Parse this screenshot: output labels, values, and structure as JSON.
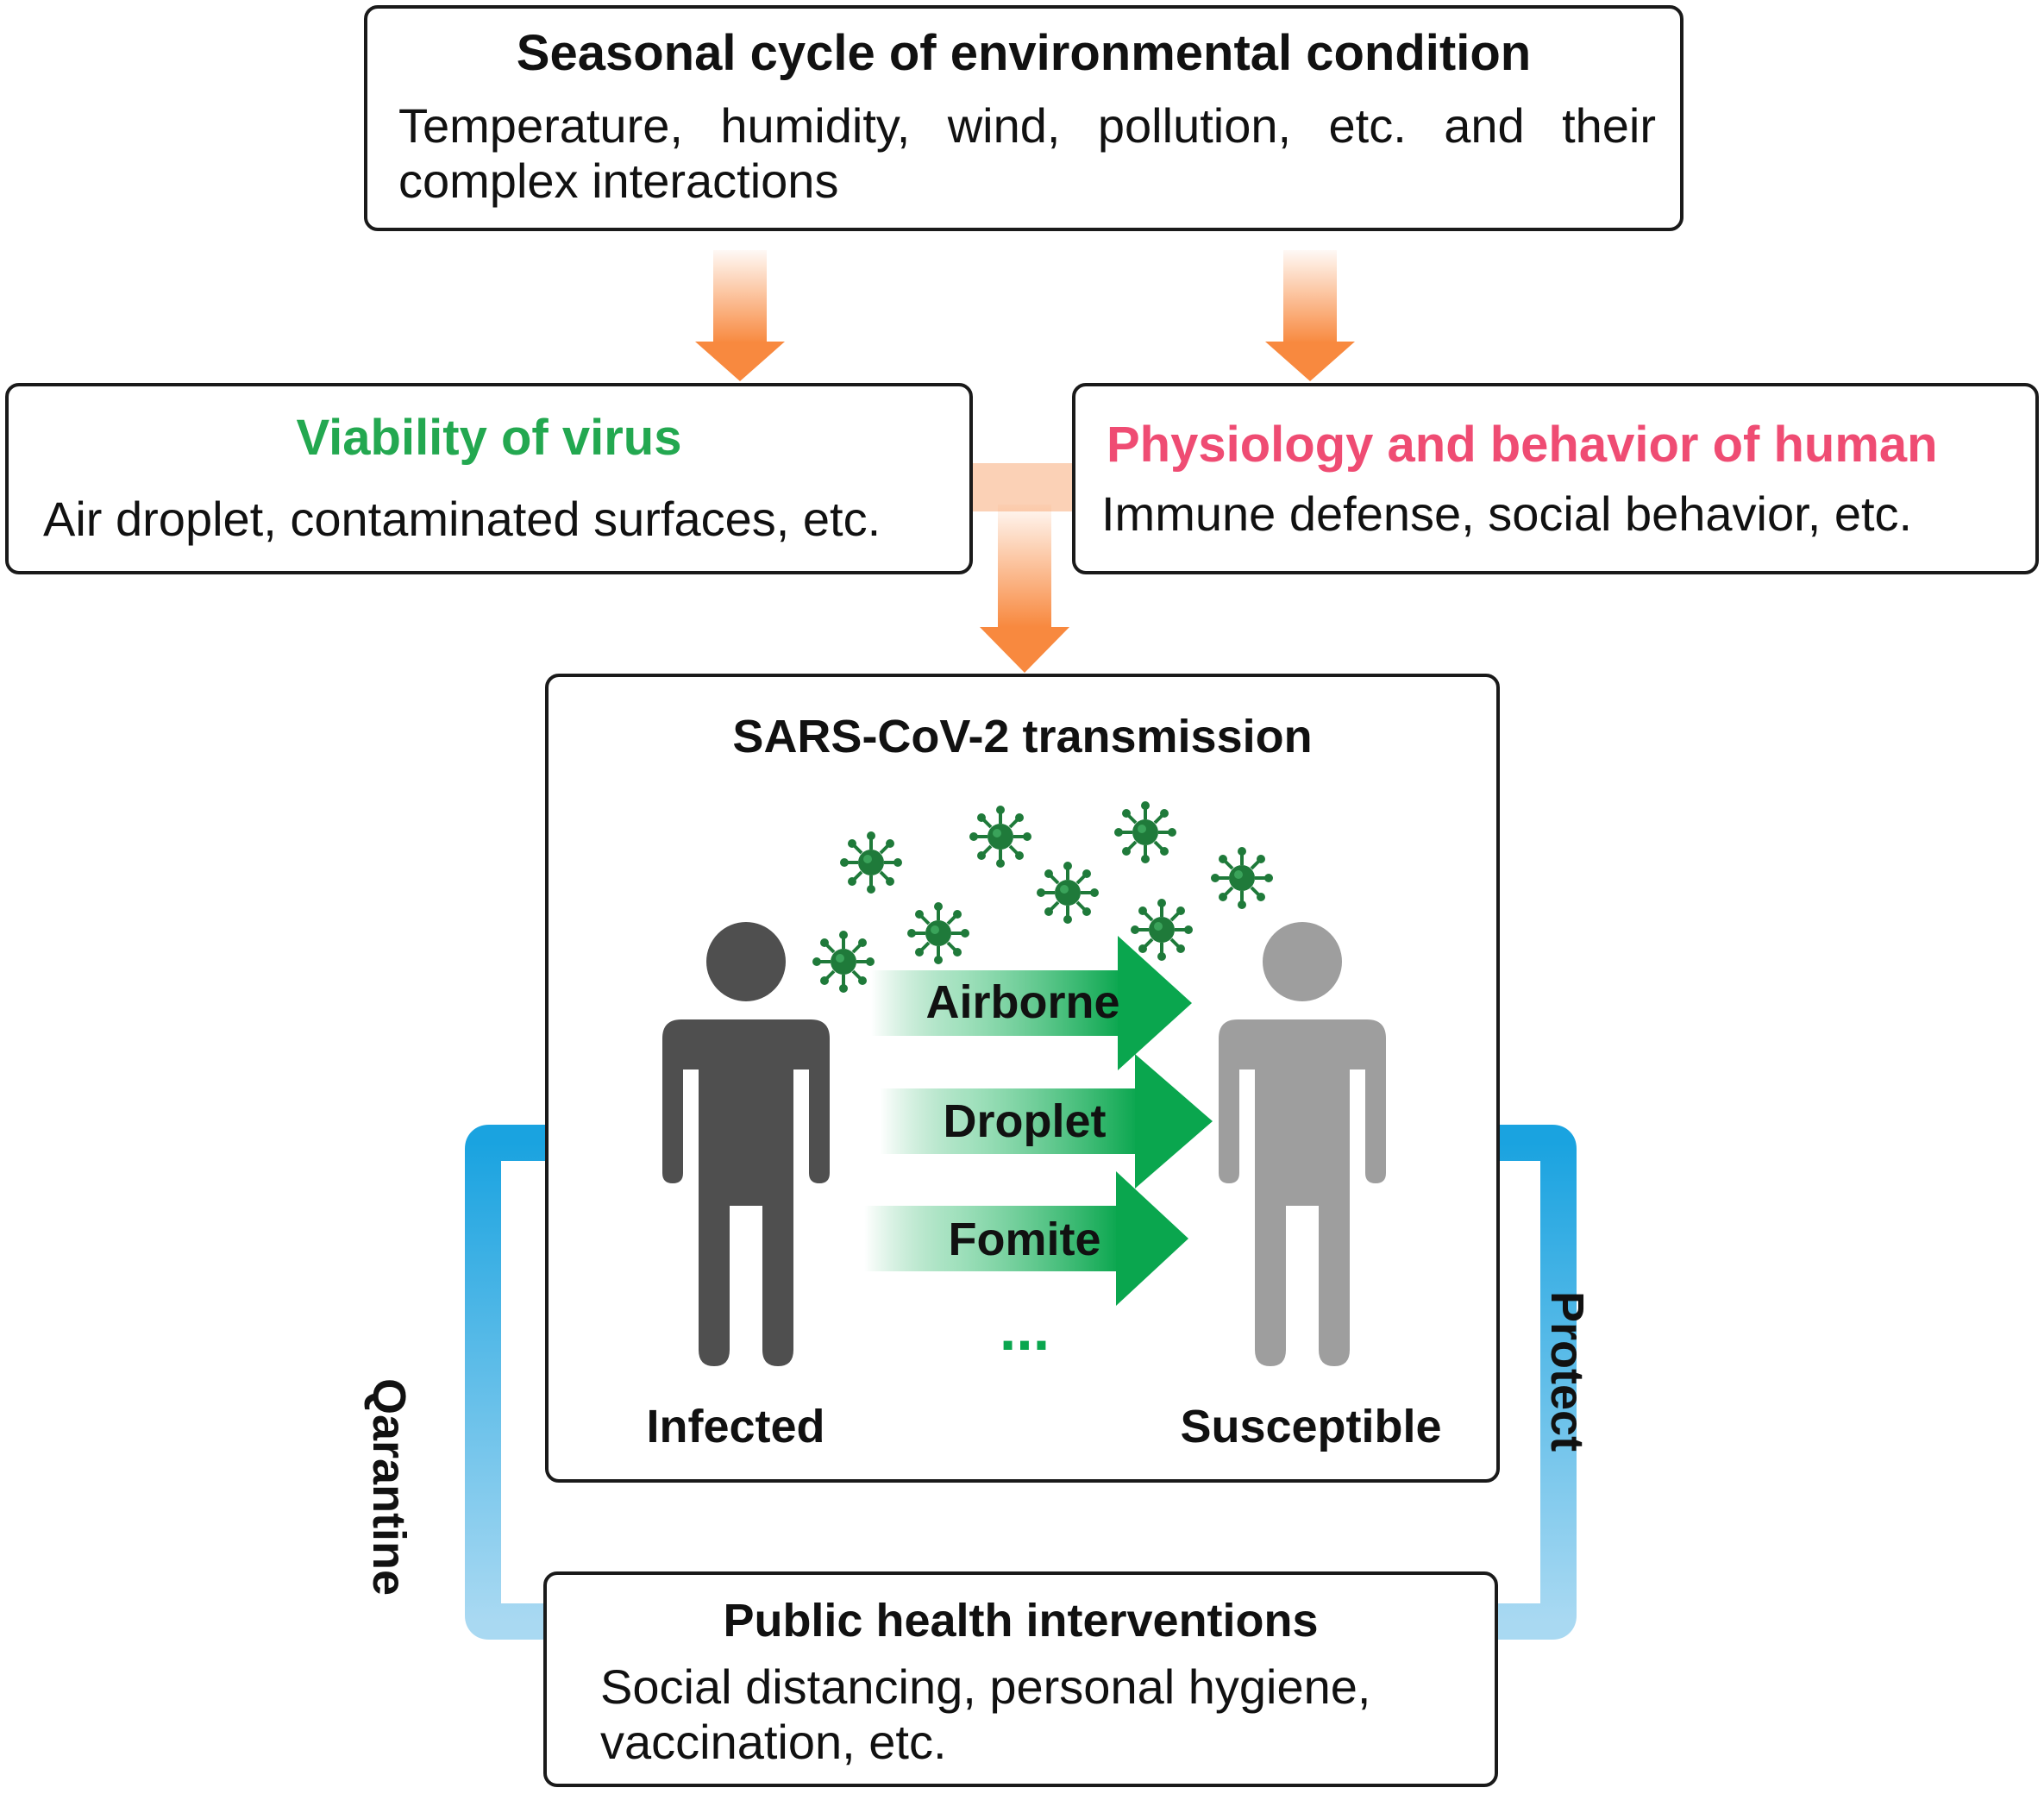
{
  "seasonal": {
    "title": "Seasonal cycle of environmental condition",
    "body": "Temperature, humidity, wind, pollution, etc. and their complex interactions"
  },
  "viability": {
    "title": "Viability of virus",
    "body": "Air droplet, contaminated surfaces, etc.",
    "title_color": "#23a850"
  },
  "physiology": {
    "title": "Physiology and behavior of human",
    "body": "Immune defense, social behavior, etc.",
    "title_color": "#ef4c73"
  },
  "transmission": {
    "title": "SARS-CoV-2 transmission",
    "routes": [
      "Airborne",
      "Droplet",
      "Fomite"
    ],
    "more": "...",
    "infected_label": "Infected",
    "susceptible_label": "Susceptible"
  },
  "public_health": {
    "title": "Public health interventions",
    "body_line1": "Social distancing, personal hygiene,",
    "body_line2": "vaccination, etc."
  },
  "feedback": {
    "left_label": "Qarantine",
    "right_label": "Protect"
  },
  "colors": {
    "orange_arrow": "#f8893f",
    "blue_arrow": "#1aa3e0",
    "green_arrow": "#0aa64e",
    "infected_figure": "#4f4f4f",
    "susceptible_figure": "#9e9e9e",
    "virus": "#1f7a3a"
  }
}
